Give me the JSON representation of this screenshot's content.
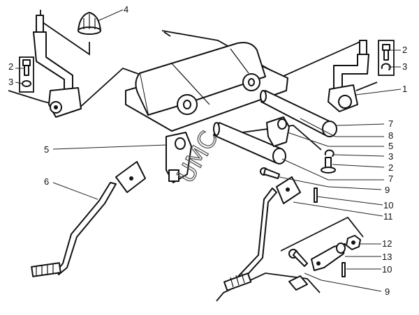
{
  "title": "Exploded parts diagram — lever linkage assembly",
  "watermark": "UMC",
  "callouts": {
    "top_4": "4",
    "left_2": "2",
    "left_3": "3",
    "right_2": "2",
    "right_3": "3",
    "right_1": "1",
    "r_7a": "7",
    "r_8": "8",
    "r_5": "5",
    "r_3": "3",
    "r_2": "2",
    "r_7b": "7",
    "r_9a": "9",
    "r_10a": "10",
    "r_11": "11",
    "r_12": "12",
    "r_13": "13",
    "r_10b": "10",
    "r_9b": "9",
    "left_5": "5",
    "left_6": "6"
  }
}
